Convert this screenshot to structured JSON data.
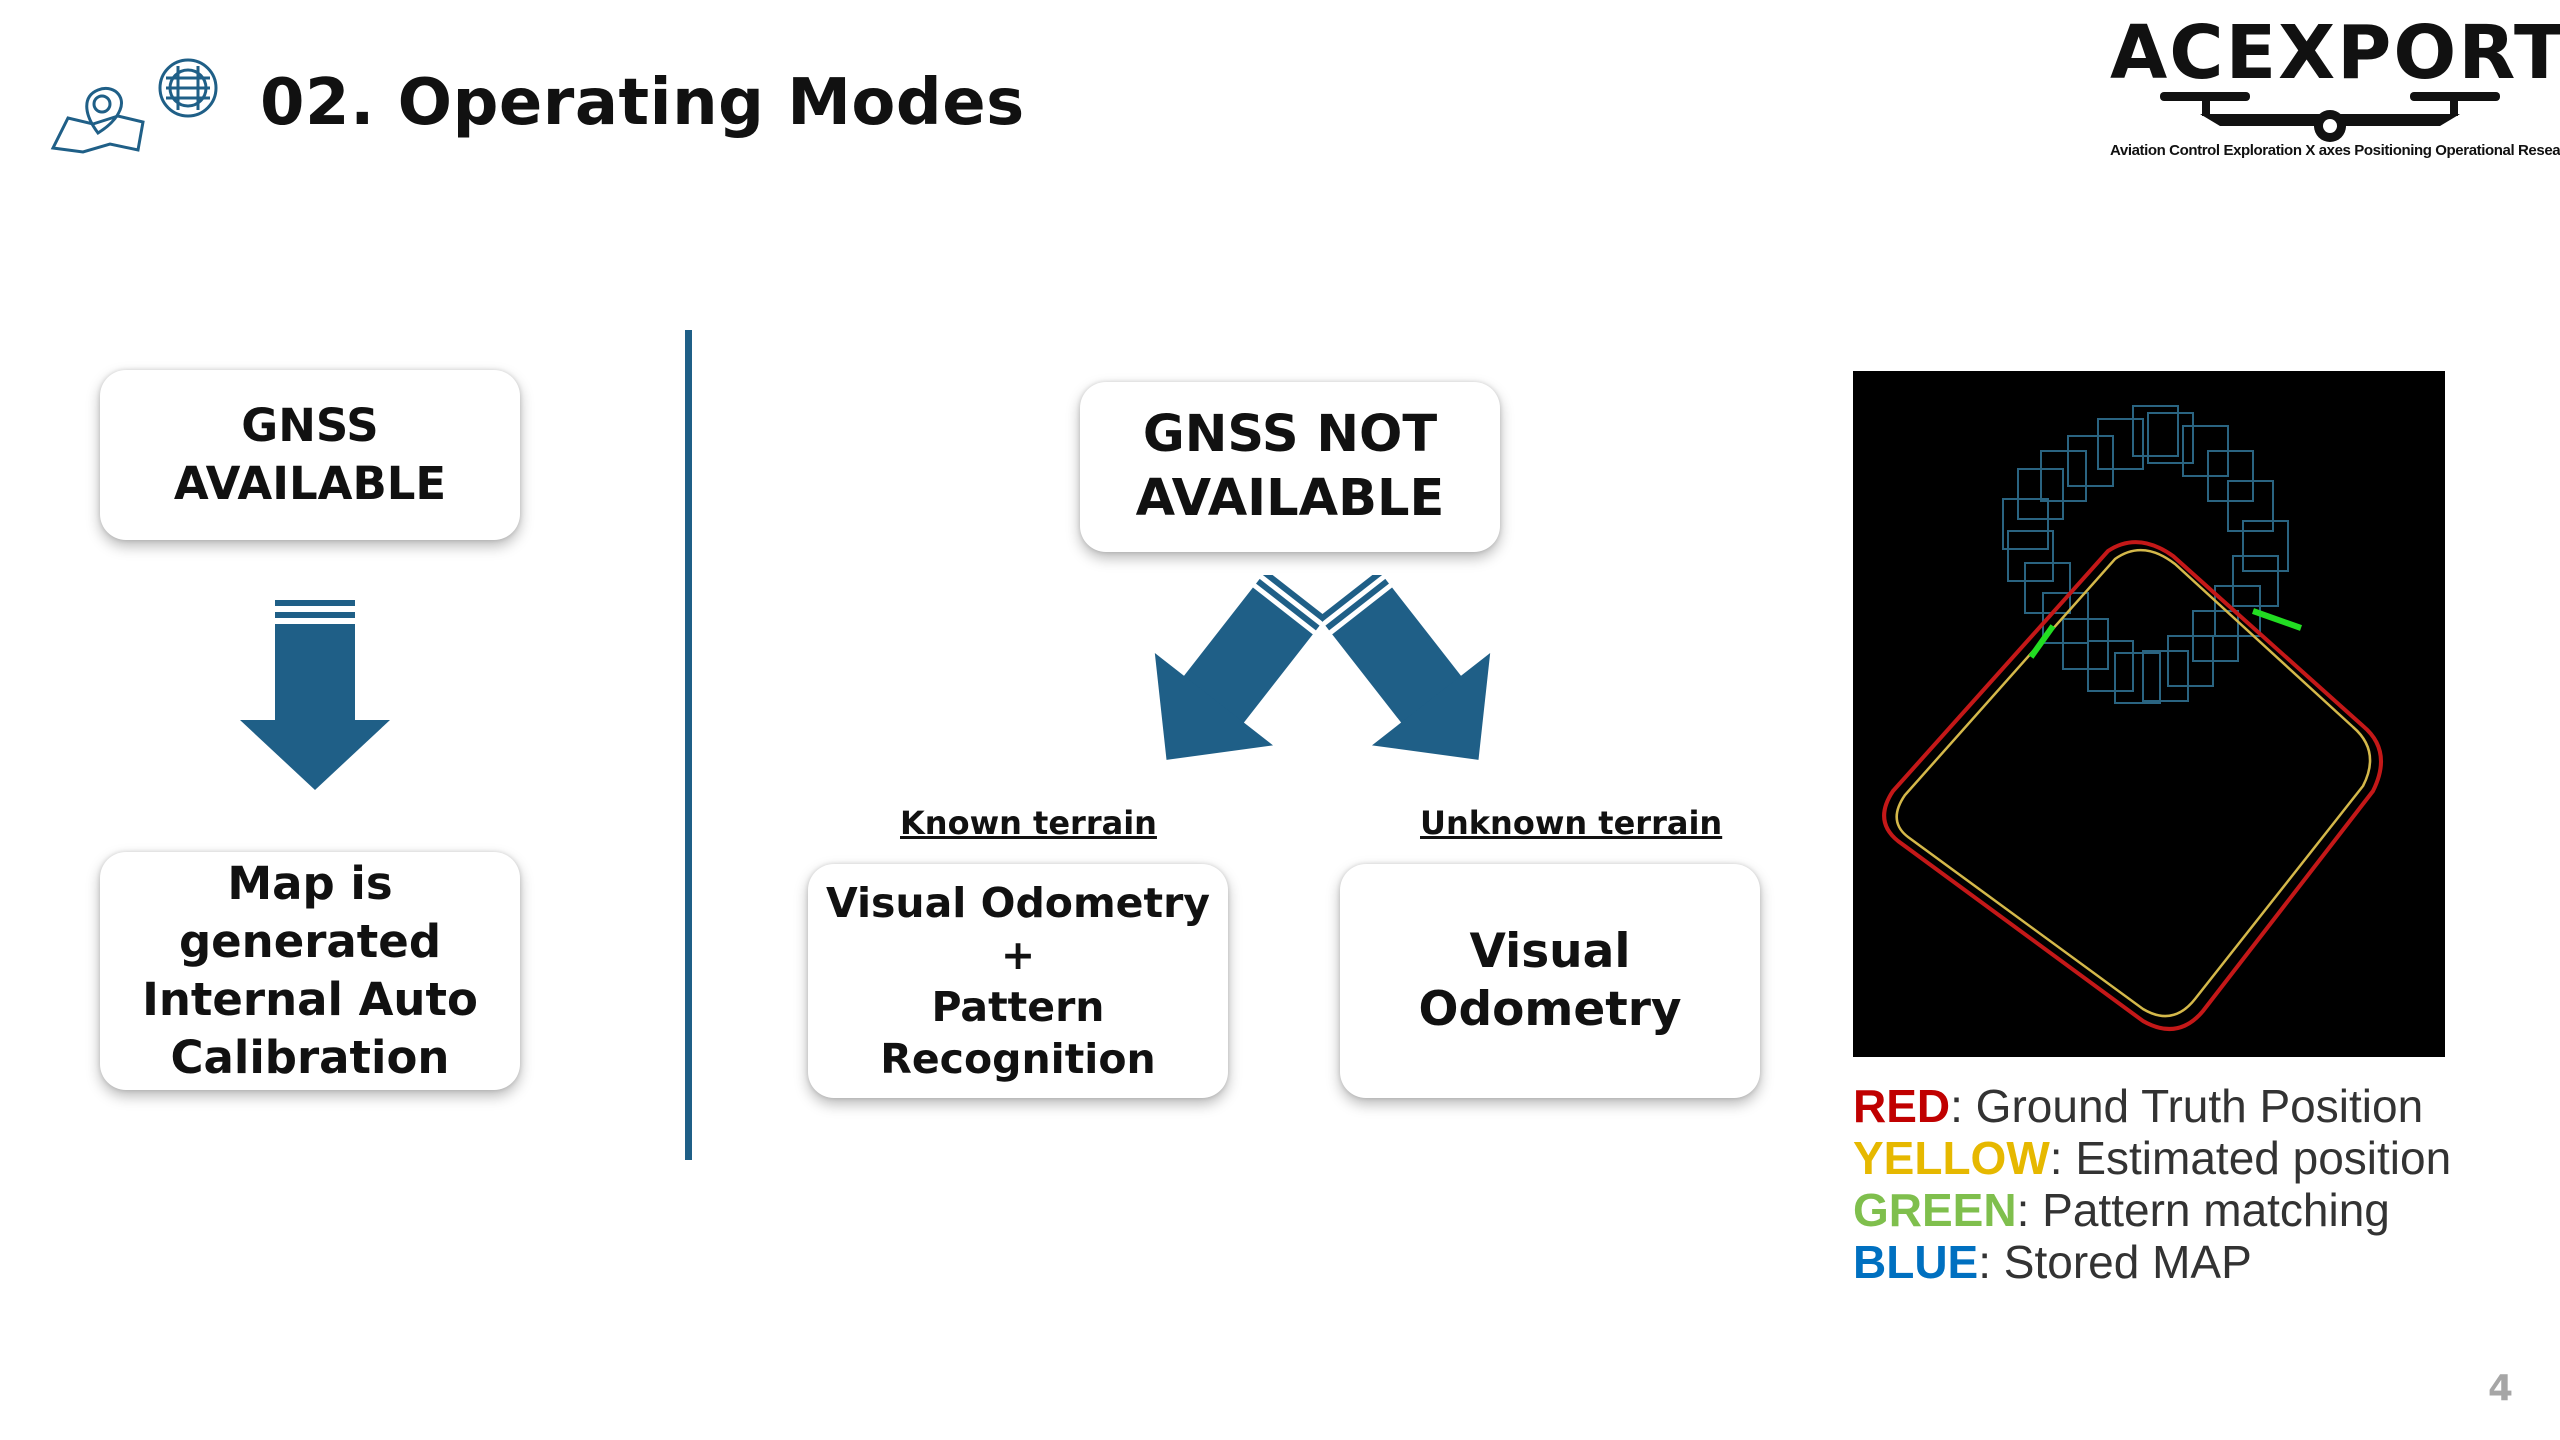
{
  "header": {
    "title": "02. Operating Modes"
  },
  "logo": {
    "wordmark": "ACEXPORT",
    "tagline": "Aviation Control Exploration X axes Positioning Operational Research Technology"
  },
  "left_flow": {
    "top_box": "GNSS\nAVAILABLE",
    "bottom_box": "Map is\ngenerated\nInternal Auto\nCalibration"
  },
  "right_flow": {
    "top_box": "GNSS NOT\nAVAILABLE",
    "known_label": "Known terrain",
    "unknown_label": "Unknown terrain",
    "known_box": "Visual Odometry\n+\nPattern\nRecognition",
    "unknown_box": "Visual\nOdometry"
  },
  "legend": [
    {
      "key": "RED",
      "text": ": Ground Truth Position",
      "color": "#c00000"
    },
    {
      "key": "YELLOW",
      "text": ": Estimated position",
      "color": "#e6b800"
    },
    {
      "key": "GREEN",
      "text": ": Pattern matching",
      "color": "#7fbf4d"
    },
    {
      "key": "BLUE",
      "text": ": Stored MAP",
      "color": "#0070c0"
    }
  ],
  "colors": {
    "accent": "#1f5f87",
    "arrow": "#1f5f87"
  },
  "page_number": "4"
}
